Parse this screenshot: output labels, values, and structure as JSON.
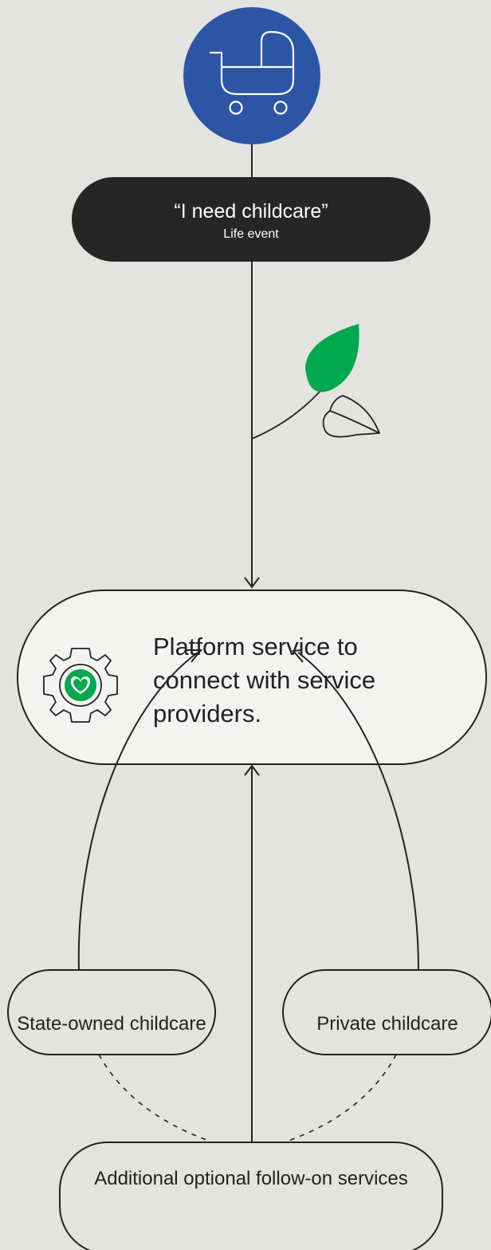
{
  "life_event": {
    "title": "“I need childcare”",
    "subtitle": "Life event",
    "icon": "baby-carriage-icon"
  },
  "platform": {
    "text": "Platform service to connect with service providers.",
    "icon": "gear-heart-icon"
  },
  "providers": {
    "state": "State-owned childcare",
    "private": "Private childcare"
  },
  "additional": {
    "text": "Additional optional follow-on services"
  },
  "decoration": {
    "icon": "leaf-sprout-icon"
  },
  "colors": {
    "background": "#e3e3df",
    "accent_blue": "#2d55a6",
    "dark_pill": "#262626",
    "green": "#00a84f",
    "line": "#222222"
  }
}
